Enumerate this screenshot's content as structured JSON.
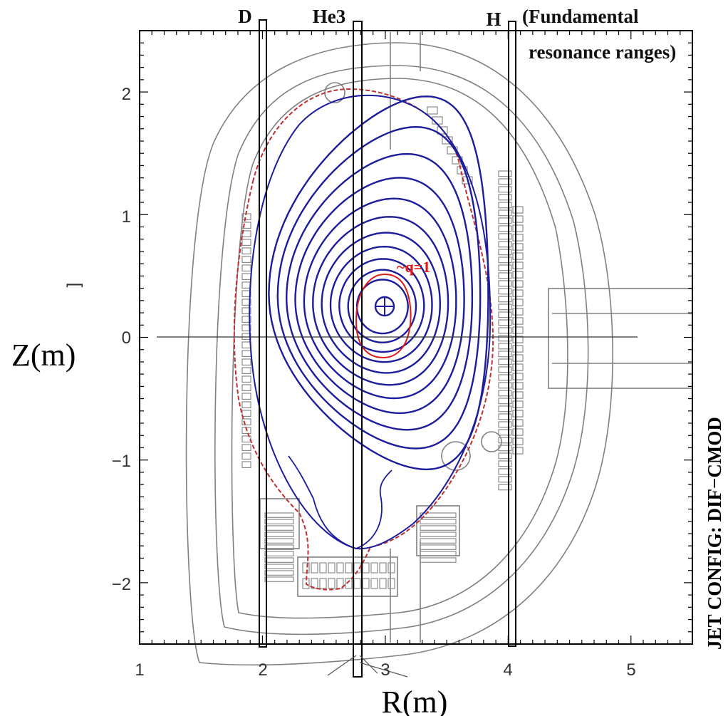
{
  "colors": {
    "flux_surface": "#1c1c9c",
    "q1_surface": "#e01818",
    "first_wall": "#c03030",
    "vessel": "#808080",
    "frame": "#000000",
    "annotation_red": "#e01818"
  },
  "axes": {
    "x_ticks": [
      "1",
      "2",
      "3",
      "4",
      "5"
    ],
    "y_ticks": [
      "2",
      "1",
      "0",
      "−1",
      "−2"
    ],
    "x_label": "R(m)",
    "y_label": "Z(m)",
    "y_label_original": "]"
  },
  "resonances": {
    "D": "D",
    "He3": "He3",
    "H": "H",
    "note_line1": "(Fundamental",
    "note_line2": "resonance ranges)"
  },
  "annotations": {
    "q1": "~q=1"
  },
  "config_label": "JET CONFIG: DIF−CMOD",
  "plot": {
    "R_range": [
      1,
      5.5
    ],
    "Z_range": [
      -2.5,
      2.5
    ],
    "magnetic_axis": {
      "R": 2.98,
      "Z": 0.25
    }
  }
}
